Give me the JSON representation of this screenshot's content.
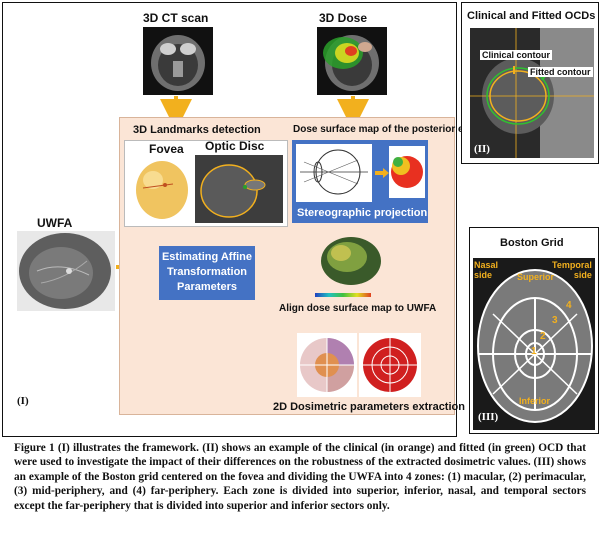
{
  "panel1": {
    "ct_label": "3D CT scan",
    "dose_label": "3D Dose",
    "landmarks_label": "3D Landmarks detection",
    "fovea_label": "Fovea",
    "optic_disc_label": "Optic Disc",
    "dose_map_label": "Dose surface map of the posterior eye",
    "stereo_label": "Stereographic projection",
    "uwfa_label": "UWFA",
    "affine_line1": "Estimating Affine",
    "affine_line2": "Transformation",
    "affine_line3": "Parameters",
    "align_label": "Align dose surface map to UWFA",
    "extract_label": "2D Dosimetric parameters extraction",
    "panel_id": "(I)"
  },
  "panel2": {
    "title": "Clinical and Fitted OCDs",
    "clinical_label": "Clinical contour",
    "fitted_label": "Fitted contour",
    "panel_id": "(II)"
  },
  "panel3": {
    "title": "Boston Grid",
    "nasal_line1": "Nasal",
    "nasal_line2": "side",
    "temporal_line1": "Temporal",
    "temporal_line2": "side",
    "superior": "Superior",
    "inferior": "Inferior",
    "zone1": "1",
    "zone2": "2",
    "zone3": "3",
    "zone4": "4",
    "panel_id": "(III)"
  },
  "caption": "Figure 1 (I) illustrates the framework. (II) shows an example of the clinical (in orange) and fitted (in green) OCD that were used to investigate the impact of their differences on the robustness of the extracted dosimetric values. (III) shows an example of the Boston grid centered on the fovea and dividing the UWFA into 4 zones: (1) macular, (2) perimacular, (3) mid-periphery, and (4) far-periphery. Each zone is divided into superior, inferior, nasal, and temporal sectors except the far-periphery that is divided into superior and inferior sectors only.",
  "colors": {
    "arrow": "#f2b01e",
    "orange_box": "#fbe5d6",
    "blue_box": "#4472c4",
    "label_orange": "#f2b01e"
  }
}
